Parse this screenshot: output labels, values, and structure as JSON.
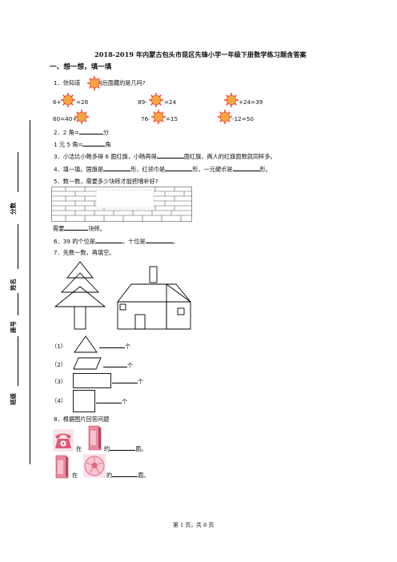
{
  "title": "2018-2019 年内蒙古包头市昆区先锋小学一年级下册数学练习题含答案",
  "section1": "一、想一想，填一填",
  "sidebar": {
    "score": "分数",
    "name": "姓名",
    "seat": "座号",
    "class": "班级"
  },
  "q1": {
    "label": "1．你知道",
    "tail": "的后面藏的是几吗?",
    "eqs": [
      "6+",
      "=28",
      "89-",
      "=24",
      "+24=39",
      "60=40+",
      "76-",
      "=15",
      "-12=50"
    ]
  },
  "q2": {
    "l1a": "2．2 角=",
    "l1b": "分",
    "l2a": "1 元 5 角=",
    "l2b": "角"
  },
  "q3": {
    "a": "3．小洁比小畅多得 6 面红旗，小畅再得",
    "b": "面红旗，两人的红旗面数就同样多。"
  },
  "q4": {
    "a": "4．填一填。国旗是",
    "b": "形，红领巾是",
    "c": "形，一元硬币是",
    "d": "形。"
  },
  "q5": {
    "a": "5．数一数，需要多少块砖才能把墙补好?",
    "b": "需要",
    "c": "块砖。"
  },
  "q6": {
    "a": "6．39 的个位是",
    "b": "，十位是",
    "c": "。"
  },
  "q7": {
    "a": "7．先数一数，再填空。",
    "rows": [
      {
        "num": "（1）",
        "unit": "个"
      },
      {
        "num": "（2）",
        "unit": "个"
      },
      {
        "num": "（3）",
        "unit": "个"
      },
      {
        "num": "（4）",
        "unit": "个"
      }
    ]
  },
  "q8": {
    "a": "8．根据图片回答问题",
    "r1a": "在",
    "r1b": "的",
    "r1c": "面。",
    "r2a": "在",
    "r2b": "的",
    "r2c": "面。"
  },
  "footer": "第 1 页，共 8 页",
  "colors": {
    "sun_fill": "#f6a640",
    "sun_ray": "#ef3b24",
    "phone": "#e05a78",
    "box": "#e2607c",
    "ball": "#e16a86"
  }
}
